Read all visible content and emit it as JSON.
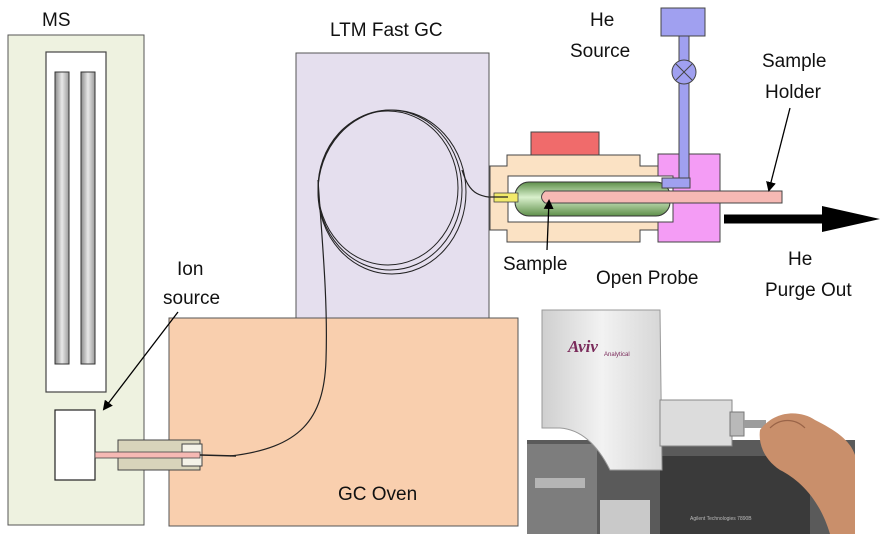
{
  "labels": {
    "ms": "MS",
    "ltm_fast_gc": "LTM Fast GC",
    "he_source_line1": "He",
    "he_source_line2": "Source",
    "sample_holder_line1": "Sample",
    "sample_holder_line2": "Holder",
    "ion_source_line1": "Ion",
    "ion_source_line2": "source",
    "sample": "Sample",
    "open_probe": "Open Probe",
    "he_purge_line1": "He",
    "he_purge_line2": "Purge Out",
    "gc_oven": "GC Oven"
  },
  "photo": {
    "brand": "Aviv",
    "brand_sub": "Analytical"
  },
  "colors": {
    "ms_box": "#eef2e0",
    "gc_box": "#e5dfee",
    "oven_box": "#f9cfae",
    "probe_body": "#fbe2c4",
    "probe_cap": "#f06b6b",
    "probe_magenta": "#f49cf5",
    "probe_tube_green": "#c8e6b8",
    "he_pipe": "#a0a0f0",
    "sample_holder": "#f6b9b4",
    "sample_dot": "#f2ea6a",
    "arrow": "#000000"
  }
}
